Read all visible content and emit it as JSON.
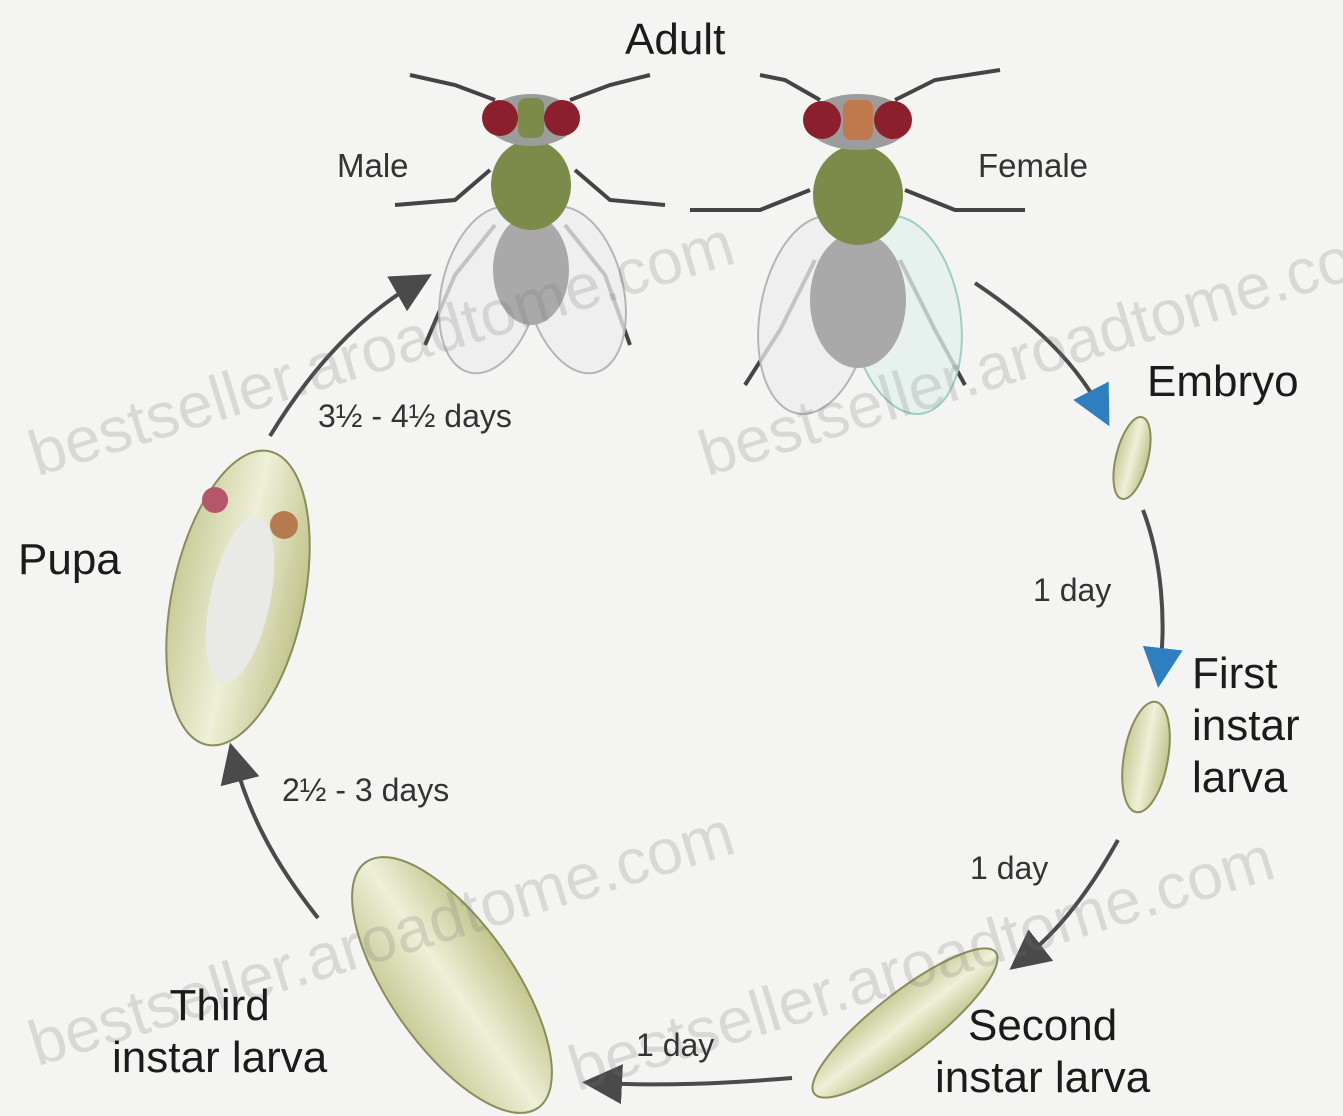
{
  "stages": {
    "adult": "Adult",
    "male": "Male",
    "female": "Female",
    "embryo": "Embryo",
    "first_instar": [
      "First",
      "instar",
      "larva"
    ],
    "second_instar": [
      "Second",
      "instar larva"
    ],
    "third_instar": [
      "Third",
      "instar larva"
    ],
    "pupa": "Pupa"
  },
  "durations": {
    "embryo_to_first": "1 day",
    "first_to_second": "1 day",
    "second_to_third": "1 day",
    "third_to_pupa": "2½ - 3 days",
    "pupa_to_adult": "3½ - 4½ days"
  },
  "watermark": "bestseller.aroadtome.com",
  "colors": {
    "background": "#f4f4f3",
    "arrow": "#4a4a4a",
    "arrow_blue": "#2f7fc0",
    "larva_body": "#d9dcb0",
    "thorax_green": "#7c8a4a",
    "eye_red": "#8b1f2c"
  }
}
